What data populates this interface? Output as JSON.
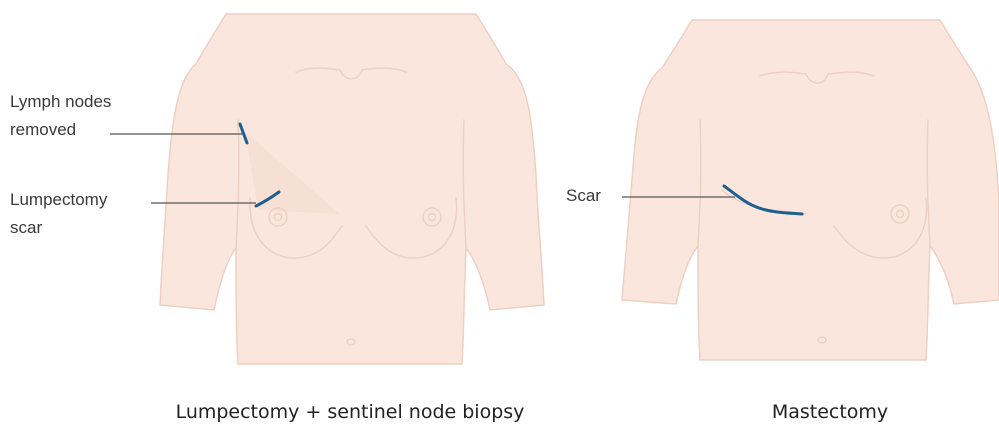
{
  "colors": {
    "skin": "#fbe6de",
    "outline": "#edd0c4",
    "scar": "#1f5f8e",
    "leader_line": "#555555",
    "text": "#3a3a3a"
  },
  "left_figure": {
    "label_lymph": "Lymph nodes\nremoved",
    "label_lumpectomy": "Lumpectomy\nscar",
    "caption": "Lumpectomy + sentinel node biopsy"
  },
  "right_figure": {
    "label_scar": "Scar",
    "caption": "Mastectomy"
  }
}
